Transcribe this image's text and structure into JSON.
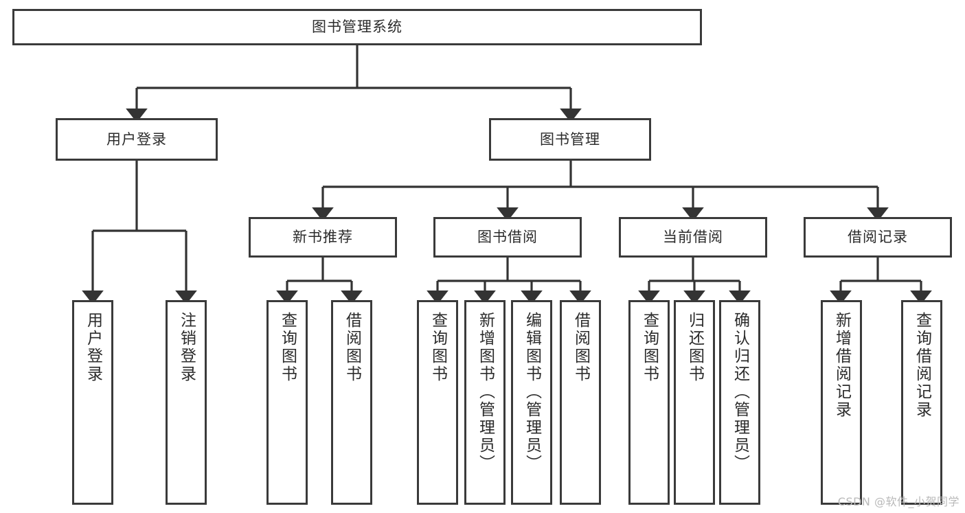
{
  "diagram": {
    "type": "tree-hierarchy",
    "title": "图书管理系统",
    "watermark": "CSDN @软件_小贺同学",
    "colors": {
      "background": "#ffffff",
      "node_border": "#3a3a3a",
      "node_fill": "#ffffff",
      "connector": "#333333",
      "text": "#2b2b2b",
      "watermark": "#b9b9b9"
    },
    "nodes": {
      "root": {
        "label": "图书管理系统"
      },
      "level1": [
        {
          "label": "用户登录"
        },
        {
          "label": "图书管理"
        }
      ],
      "level2": [
        {
          "label": "新书推荐"
        },
        {
          "label": "图书借阅"
        },
        {
          "label": "当前借阅"
        },
        {
          "label": "借阅记录"
        }
      ],
      "leaves_user_login": [
        {
          "label": "用户登录"
        },
        {
          "label": "注销登录"
        }
      ],
      "leaves_new_book": [
        {
          "label": "查询图书"
        },
        {
          "label": "借阅图书"
        }
      ],
      "leaves_borrow": [
        {
          "label": "查询图书"
        },
        {
          "label": "新增图书（管理员）"
        },
        {
          "label": "编辑图书（管理员）"
        },
        {
          "label": "借阅图书"
        }
      ],
      "leaves_current": [
        {
          "label": "查询图书"
        },
        {
          "label": "归还图书"
        },
        {
          "label": "确认归还（管理员）"
        }
      ],
      "leaves_records": [
        {
          "label": "新增借阅记录"
        },
        {
          "label": "查询借阅记录"
        }
      ]
    }
  }
}
